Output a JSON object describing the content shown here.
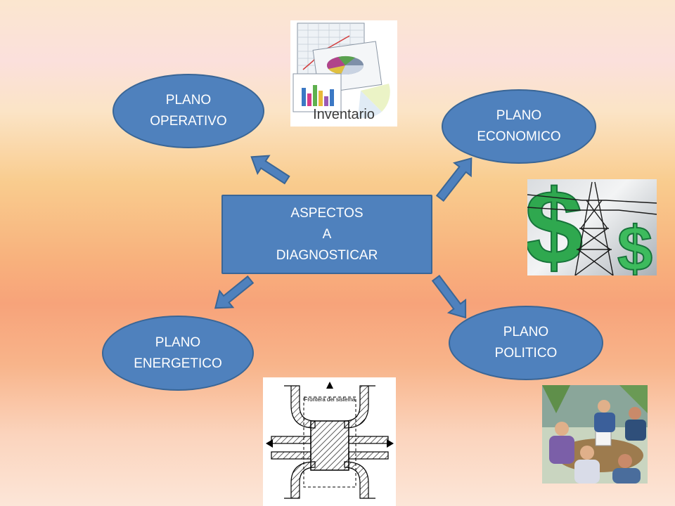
{
  "center": {
    "lines": [
      "ASPECTOS",
      "A",
      "DIAGNOSTICAR"
    ]
  },
  "nodes": {
    "operativo": {
      "line1": "PLANO",
      "line2": "OPERATIVO"
    },
    "economico": {
      "line1": "PLANO",
      "line2": "ECONOMICO"
    },
    "energetico": {
      "line1": "PLANO",
      "line2": "ENERGETICO"
    },
    "politico": {
      "line1": "PLANO",
      "line2": "POLITICO"
    }
  },
  "images": {
    "inventario": {
      "caption": "Inventario"
    },
    "energy_diagram": {
      "label": "Frontera del sistema"
    }
  },
  "colors": {
    "node_fill": "#4f81bd",
    "node_border": "#3a6696",
    "text": "#ffffff"
  }
}
